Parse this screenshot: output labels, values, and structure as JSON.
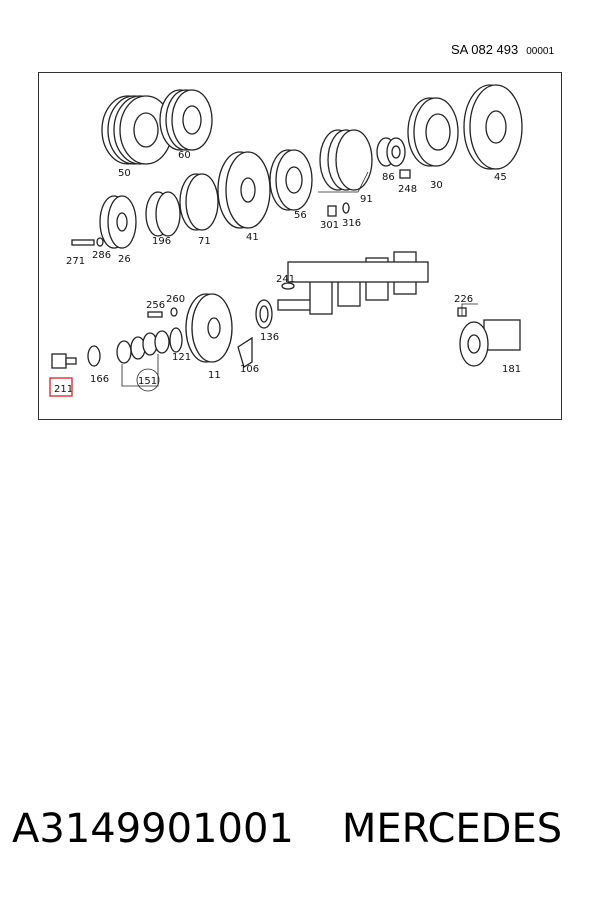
{
  "header": {
    "code": "SA 082 493",
    "sheet": "00001"
  },
  "diagram": {
    "highlight_color": "#e03030",
    "highlighted_part": "211",
    "callouts": [
      "50",
      "60",
      "86",
      "248",
      "30",
      "45",
      "91",
      "56",
      "301",
      "316",
      "196",
      "71",
      "41",
      "271",
      "286",
      "26",
      "241",
      "256",
      "260",
      "226",
      "136",
      "121",
      "106",
      "166",
      "151",
      "211",
      "11",
      "181"
    ]
  },
  "footer": {
    "part_number": "A3149901001",
    "brand": "MERCEDES"
  }
}
